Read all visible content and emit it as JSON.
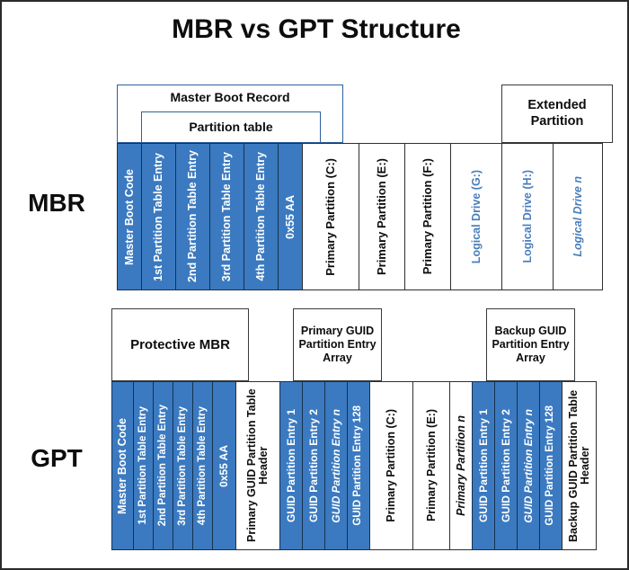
{
  "title": "MBR vs GPT Structure",
  "rows": {
    "mbr": {
      "label": "MBR"
    },
    "gpt": {
      "label": "GPT"
    }
  },
  "colors": {
    "cell_blue": "#3b7ac0",
    "steel_text": "#4a7ebb",
    "border_dark": "#2f2f2f",
    "border_blue": "#2e5f9e",
    "frame": "#2b2b2b",
    "text": "#0d0d0d"
  },
  "mbr": {
    "headers": [
      {
        "name": "master-boot-record",
        "text": "Master Boot Record"
      },
      {
        "name": "partition-table",
        "text": "Partition table"
      },
      {
        "name": "extended-partition",
        "text": "Extended Partition"
      }
    ],
    "cells": [
      {
        "name": "master-boot-code",
        "text": "Master Boot Code",
        "fill": "blue",
        "italic": false
      },
      {
        "name": "partition-table-entry-1",
        "text": "1st Partition Table Entry",
        "fill": "blue",
        "italic": false
      },
      {
        "name": "partition-table-entry-2",
        "text": "2nd Partition Table Entry",
        "fill": "blue",
        "italic": false
      },
      {
        "name": "partition-table-entry-3",
        "text": "3rd Partition Table Entry",
        "fill": "blue",
        "italic": false
      },
      {
        "name": "partition-table-entry-4",
        "text": "4th Partition Table Entry",
        "fill": "blue",
        "italic": false
      },
      {
        "name": "boot-signature",
        "text": "0x55 AA",
        "fill": "blue",
        "italic": false
      },
      {
        "name": "primary-partition-c",
        "text": "Primary Partition (C:)",
        "fill": "white",
        "italic": false
      },
      {
        "name": "primary-partition-e",
        "text": "Primary Partition (E:)",
        "fill": "white",
        "italic": false
      },
      {
        "name": "primary-partition-f",
        "text": "Primary Partition (F:)",
        "fill": "white",
        "italic": false
      },
      {
        "name": "logical-drive-g",
        "text": "Logical Drive (G:)",
        "fill": "white",
        "italic": false,
        "steel": true
      },
      {
        "name": "logical-drive-h",
        "text": "Logical Drive (H:)",
        "fill": "white",
        "italic": false,
        "steel": true
      },
      {
        "name": "logical-drive-n",
        "text": "Logical Drive n",
        "fill": "white",
        "italic": true,
        "steel": true
      }
    ]
  },
  "gpt": {
    "headers": [
      {
        "name": "protective-mbr",
        "text": "Protective MBR"
      },
      {
        "name": "primary-guid-partition-entry-array",
        "text": "Primary GUID Partition Entry Array"
      },
      {
        "name": "backup-guid-partition-entry-array",
        "text": "Backup GUID Partition Entry Array"
      }
    ],
    "cells": [
      {
        "name": "master-boot-code",
        "text": "Master Boot Code",
        "fill": "blue",
        "italic": false
      },
      {
        "name": "partition-table-entry-1",
        "text": "1st Partition Table Entry",
        "fill": "blue",
        "italic": false
      },
      {
        "name": "partition-table-entry-2",
        "text": "2nd Partition Table Entry",
        "fill": "blue",
        "italic": false
      },
      {
        "name": "partition-table-entry-3",
        "text": "3rd Partition Table Entry",
        "fill": "blue",
        "italic": false
      },
      {
        "name": "partition-table-entry-4",
        "text": "4th Partition Table Entry",
        "fill": "blue",
        "italic": false
      },
      {
        "name": "boot-signature",
        "text": "0x55 AA",
        "fill": "blue",
        "italic": false
      },
      {
        "name": "primary-guid-partition-table-header",
        "text": "Primary GUID Partition Table Header",
        "fill": "white",
        "italic": false
      },
      {
        "name": "primary-guid-partition-entry-1",
        "text": "GUID Partition Entry 1",
        "fill": "blue",
        "italic": false
      },
      {
        "name": "primary-guid-partition-entry-2",
        "text": "GUID Partition Entry 2",
        "fill": "blue",
        "italic": false
      },
      {
        "name": "primary-guid-partition-entry-n",
        "text": "GUID Partition Entry n",
        "fill": "blue",
        "italic": true
      },
      {
        "name": "primary-guid-partition-entry-128",
        "text": "GUID Partition Entry 128",
        "fill": "blue",
        "italic": false
      },
      {
        "name": "primary-partition-c",
        "text": "Primary Partition (C:)",
        "fill": "white",
        "italic": false
      },
      {
        "name": "primary-partition-e",
        "text": "Primary Partition (E:)",
        "fill": "white",
        "italic": false
      },
      {
        "name": "primary-partition-n",
        "text": "Primary Partition n",
        "fill": "white",
        "italic": true
      },
      {
        "name": "backup-guid-partition-entry-1",
        "text": "GUID Partition Entry 1",
        "fill": "blue",
        "italic": false
      },
      {
        "name": "backup-guid-partition-entry-2",
        "text": "GUID Partition Entry 2",
        "fill": "blue",
        "italic": false
      },
      {
        "name": "backup-guid-partition-entry-n",
        "text": "GUID Partition Entry n",
        "fill": "blue",
        "italic": true
      },
      {
        "name": "backup-guid-partition-entry-128",
        "text": "GUID Partition Entry 128",
        "fill": "blue",
        "italic": false
      },
      {
        "name": "backup-guid-partition-table-header",
        "text": "Backup GUID Partition Table Header",
        "fill": "white",
        "italic": false
      }
    ]
  }
}
